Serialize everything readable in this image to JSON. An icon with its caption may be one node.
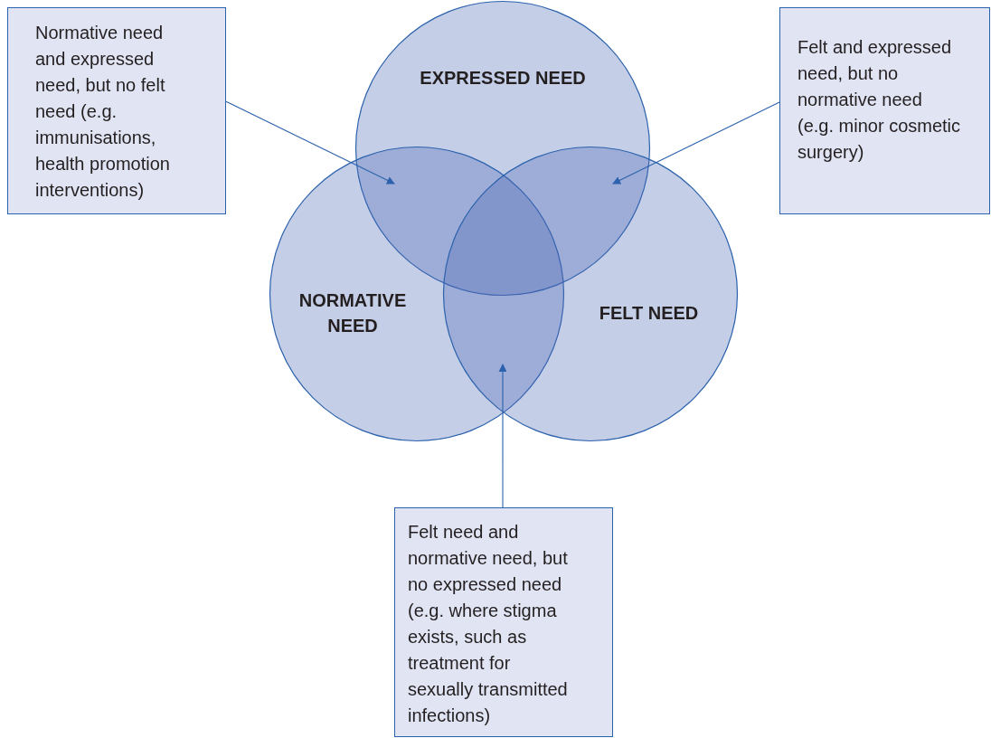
{
  "diagram": {
    "nodes": [
      {
        "text": [
          "EXPRESSED NEED"
        ]
      },
      {
        "text": [
          "NORMATIVE NEED"
        ]
      },
      {
        "text": [
          "FELT NEED"
        ]
      },
      {
        "text": [
          "Normative need and expressed need, but no felt need (e.g. immunisations, health promotion interventions)"
        ]
      },
      {
        "text": [
          "Felt and expressed need, but no normative need (e.g. minor cosmetic surgery)"
        ]
      },
      {
        "text": [
          "Felt need and normative need, but no expressed need (e.g. where stigma exists, such as treatment for sexually transmitted infections)"
        ]
      }
    ],
    "edges": [
      {
        "from": 3,
        "to": 0,
        "arrow": "to"
      },
      {
        "from": 4,
        "to": 0,
        "arrow": "to"
      },
      {
        "from": 5,
        "to": 1,
        "arrow": "to"
      }
    ]
  }
}
